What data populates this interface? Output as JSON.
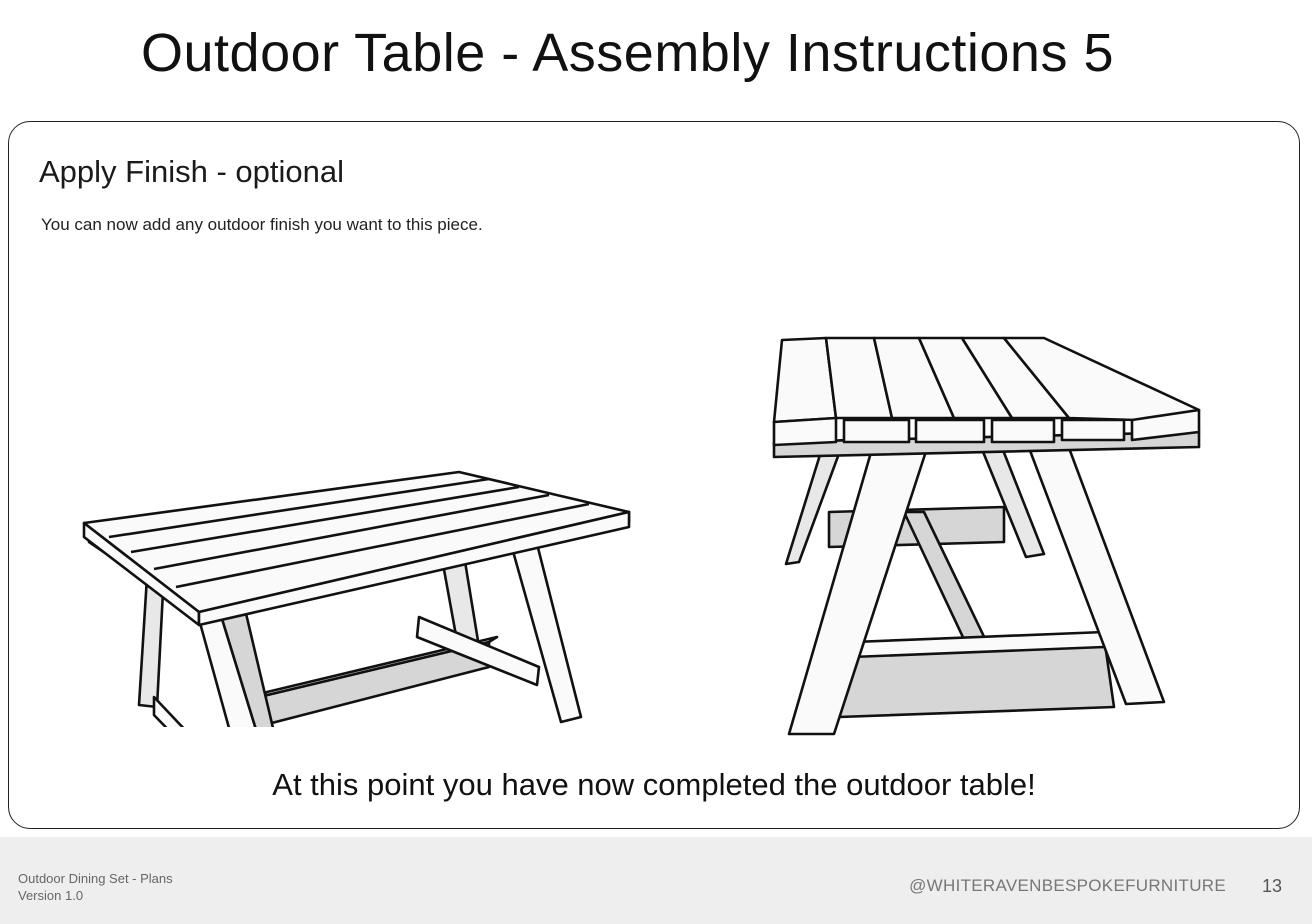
{
  "page": {
    "title": "Outdoor Table - Assembly Instructions 5"
  },
  "step": {
    "heading": "Apply Finish - optional",
    "text": "You can now add any outdoor finish you want to this piece.",
    "completion": "At this point you have now completed the outdoor table!"
  },
  "footer": {
    "doc_title": "Outdoor Dining Set - Plans",
    "version": "Version 1.0",
    "handle": "@WHITERAVENBESPOKEFURNITURE",
    "page_number": "13"
  }
}
